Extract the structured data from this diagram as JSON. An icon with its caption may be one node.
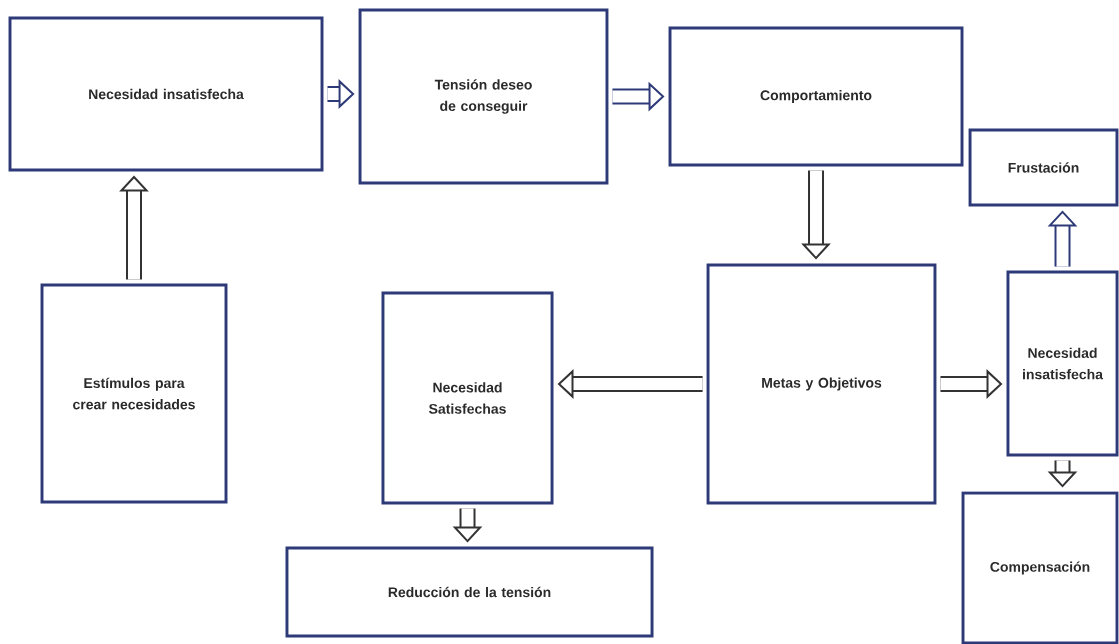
{
  "diagram": {
    "nodes": [
      {
        "text": [
          "Necesidad insatisfecha"
        ]
      },
      {
        "text": [
          "Tensión deseo de conseguir"
        ]
      },
      {
        "text": [
          "Comportamiento"
        ]
      },
      {
        "text": [
          "Frustación"
        ]
      },
      {
        "text": [
          "Estímulos para crear necesidades"
        ]
      },
      {
        "text": [
          "Necesidad Satisfechas"
        ]
      },
      {
        "text": [
          "Metas y Objetivos"
        ]
      },
      {
        "text": [
          "Necesidad insatisfecha"
        ]
      },
      {
        "text": [
          "Reducción de la tensión"
        ]
      },
      {
        "text": [
          "Compensación"
        ]
      }
    ],
    "edges": [
      {
        "from": 4,
        "to": 0,
        "arrow": "to"
      },
      {
        "from": 0,
        "to": 1,
        "arrow": "to",
        "color": "#2e3a78"
      },
      {
        "from": 1,
        "to": 2,
        "arrow": "to",
        "color": "#2e3a78"
      },
      {
        "from": 2,
        "to": 6,
        "arrow": "to"
      },
      {
        "from": 6,
        "to": 5,
        "arrow": "to"
      },
      {
        "from": 5,
        "to": 8,
        "arrow": "to"
      },
      {
        "from": 6,
        "to": 7,
        "arrow": "to"
      },
      {
        "from": 7,
        "to": 3,
        "arrow": "to",
        "color": "#2e3a78"
      },
      {
        "from": 7,
        "to": 9,
        "arrow": "to"
      }
    ]
  }
}
